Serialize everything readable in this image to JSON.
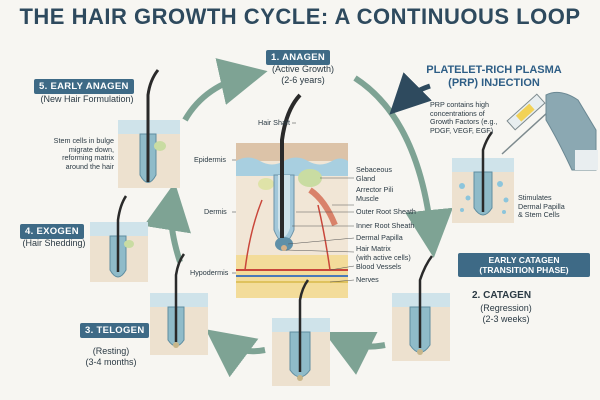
{
  "title": "THE HAIR GROWTH CYCLE: A CONTINUOUS LOOP",
  "stages": {
    "anagen": {
      "badge": "1. ANAGEN",
      "sub1": "(Active Growth)",
      "sub2": "(2-6 years)"
    },
    "catagen": {
      "badge": "2. CATAGEN",
      "sub1": "(Regression)",
      "sub2": "(2-3 weeks)"
    },
    "telogen": {
      "badge": "3. TELOGEN",
      "sub1": "(Resting)",
      "sub2": "(3-4 months)"
    },
    "exogen": {
      "badge": "4. EXOGEN",
      "sub1": "(Hair Shedding)"
    },
    "early_anagen": {
      "badge": "5. EARLY ANAGEN",
      "sub1": "(New Hair Formulation)",
      "note": [
        "Stem cells in bulge",
        "migrate down,",
        "reforming matrix",
        "around the hair"
      ]
    }
  },
  "early_catagen": [
    "EARLY CATAGEN",
    "(TRANSITION PHASE)"
  ],
  "prp": {
    "title": [
      "PLATELET-RICH PLASMA",
      "(PRP) INJECTION"
    ],
    "contains": [
      "PRP contains high",
      "concentrations of",
      "Growth Factors (e.g.,",
      "PDGF, VEGF, EGF)"
    ],
    "stimulates": [
      "Stimulates",
      "Dermal Papilla",
      "& Stem Cells"
    ]
  },
  "center": {
    "layers": [
      "Epidermis",
      "Dermis",
      "Hypodermis"
    ],
    "hair_shaft": "Hair Shaft",
    "labels": [
      [
        "Sebaceous",
        "Gland"
      ],
      [
        "Arrector Pili",
        "Muscle"
      ],
      [
        "Outer Root Sheath"
      ],
      [
        "Inner Root Sheath"
      ],
      [
        "Dermal Papilla"
      ],
      [
        "Hair Matrix",
        "(with active cells)"
      ],
      [
        "Blood Vessels"
      ],
      [
        "Nerves"
      ]
    ]
  },
  "colors": {
    "badge": "#3e6a86",
    "arrow": "#7ea394",
    "skin": "#e9d8c4",
    "dermis_top": "#a8cfe0",
    "hair": "#2a2a2a"
  }
}
